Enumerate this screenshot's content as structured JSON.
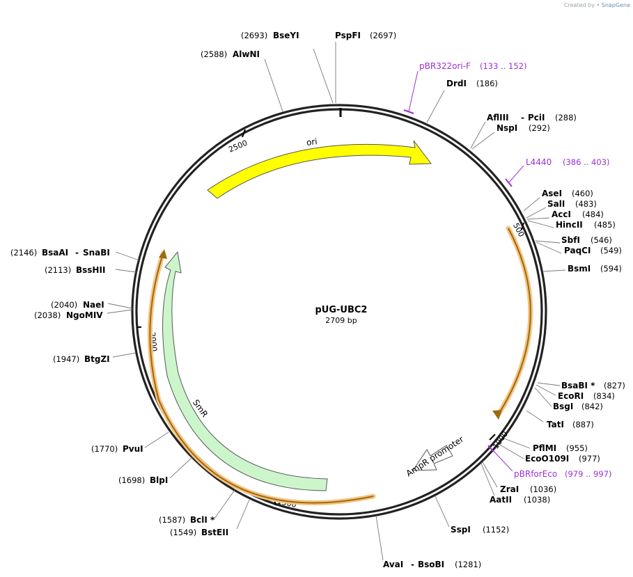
{
  "watermark": {
    "prefix": "Created by",
    "brand": "SnapGene"
  },
  "plasmid": {
    "name": "pUG-UBC2",
    "length_label": "2709 bp",
    "length": 2709
  },
  "ticks": [
    "500",
    "1000",
    "1500",
    "2000",
    "2500"
  ],
  "features": [
    {
      "id": "ori",
      "label": "ori",
      "color": "#ffff00"
    },
    {
      "id": "ampr-promoter",
      "label": "AmpR promoter",
      "color": "#ffffff"
    },
    {
      "id": "smr",
      "label": "SmR",
      "color": "#ccf5cc"
    },
    {
      "id": "orf-right",
      "label": "",
      "color": "#f5b75a"
    },
    {
      "id": "orf-left",
      "label": "",
      "color": "#f5b75a"
    }
  ],
  "enzymes": [
    {
      "name": "BseYI",
      "pos": "(2693)"
    },
    {
      "name": "PspFI",
      "pos": "(2697)"
    },
    {
      "name": "AlwNI",
      "pos": "(2588)"
    },
    {
      "name": "DrdI",
      "pos": "(186)"
    },
    {
      "name": "AflIII",
      "name2": "PciI",
      "pos": "(288)"
    },
    {
      "name": "NspI",
      "pos": "(292)"
    },
    {
      "name": "AseI",
      "pos": "(460)"
    },
    {
      "name": "SalI",
      "pos": "(483)"
    },
    {
      "name": "AccI",
      "pos": "(484)"
    },
    {
      "name": "HincII",
      "pos": "(485)"
    },
    {
      "name": "SbfI",
      "pos": "(546)"
    },
    {
      "name": "PaqCI",
      "pos": "(549)"
    },
    {
      "name": "BsmI",
      "pos": "(594)"
    },
    {
      "name": "BsaBI *",
      "pos": "(827)"
    },
    {
      "name": "EcoRI",
      "pos": "(834)"
    },
    {
      "name": "BsgI",
      "pos": "(842)"
    },
    {
      "name": "TatI",
      "pos": "(887)"
    },
    {
      "name": "PflMI",
      "pos": "(955)"
    },
    {
      "name": "EcoO109I",
      "pos": "(977)"
    },
    {
      "name": "ZraI",
      "pos": "(1036)"
    },
    {
      "name": "AatII",
      "pos": "(1038)"
    },
    {
      "name": "SspI",
      "pos": "(1152)"
    },
    {
      "name": "AvaI",
      "name2": "BsoBI",
      "pos": "(1281)"
    },
    {
      "name": "BstEII",
      "pos": "(1549)"
    },
    {
      "name": "BclI *",
      "pos": "(1587)"
    },
    {
      "name": "BlpI",
      "pos": "(1698)"
    },
    {
      "name": "PvuI",
      "pos": "(1770)"
    },
    {
      "name": "BtgZI",
      "pos": "(1947)"
    },
    {
      "name": "NgoMIV",
      "pos": "(2038)"
    },
    {
      "name": "NaeI",
      "pos": "(2040)"
    },
    {
      "name": "BssHII",
      "pos": "(2113)"
    },
    {
      "name": "BsaAI",
      "name2": "SnaBI",
      "pos": "(2146)"
    }
  ],
  "primers": [
    {
      "name": "pBR322ori-F",
      "range": "(133 .. 152)"
    },
    {
      "name": "L4440",
      "range": "(386 .. 403)"
    },
    {
      "name": "pBRforEco",
      "range": "(979 .. 997)"
    }
  ]
}
